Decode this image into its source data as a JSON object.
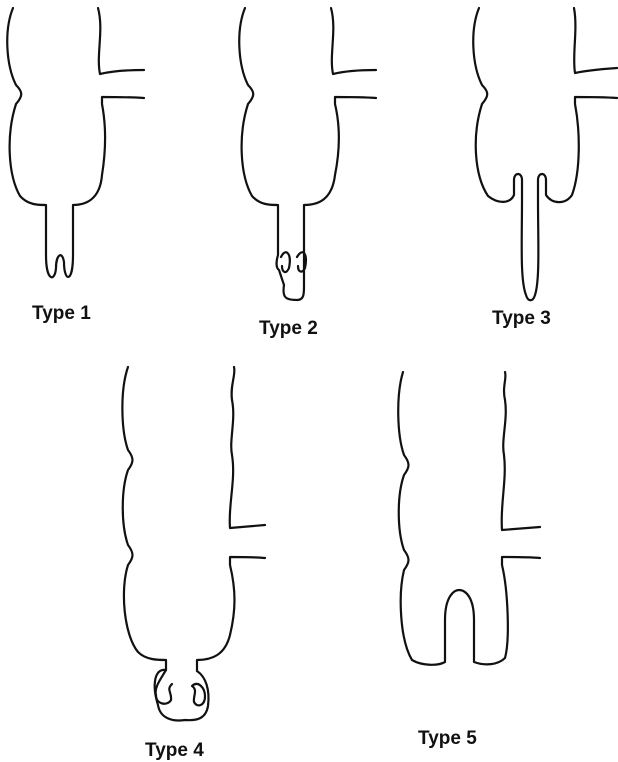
{
  "labels": {
    "type1": "Type 1",
    "type2": "Type 2",
    "type3": "Type 3",
    "type4": "Type 4",
    "type5": "Type 5"
  },
  "colors": {
    "outline": "#111111",
    "background": "#ffffff"
  }
}
